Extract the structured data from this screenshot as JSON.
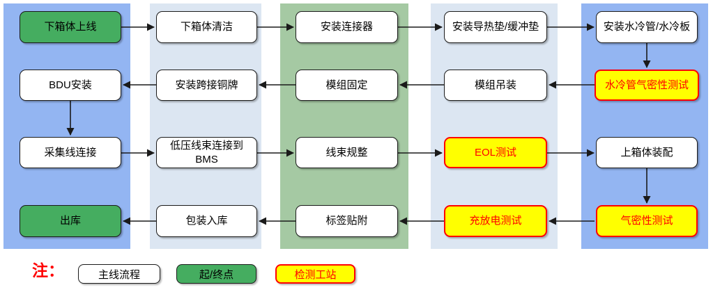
{
  "palette": {
    "lane_blue": "#93B5F2",
    "lane_light": "#DCE6F2",
    "lane_green": "#A5C9A3",
    "node_green": "#45AD60",
    "node_yellow": "#FFFF00",
    "test_red": "#FF0000",
    "line_black": "#1A1A1A"
  },
  "nodes": [
    {
      "label": "下箱体上线",
      "type": "start-end"
    },
    {
      "label": "下箱体清洁",
      "type": "process"
    },
    {
      "label": "安装连接器",
      "type": "process"
    },
    {
      "label": "安装导热垫/缓冲垫",
      "type": "process"
    },
    {
      "label": "安装水冷管/水冷板",
      "type": "process"
    },
    {
      "label": "水冷管气密性测试",
      "type": "test"
    },
    {
      "label": "模组吊装",
      "type": "process"
    },
    {
      "label": "模组固定",
      "type": "process"
    },
    {
      "label": "安装跨接铜牌",
      "type": "process"
    },
    {
      "label": "BDU安装",
      "type": "process"
    },
    {
      "label": "采集线连接",
      "type": "process"
    },
    {
      "label": "低压线束连接到BMS",
      "type": "process"
    },
    {
      "label": "线束规整",
      "type": "process"
    },
    {
      "label": "EOL测试",
      "type": "test"
    },
    {
      "label": "上箱体装配",
      "type": "process"
    },
    {
      "label": "气密性测试",
      "type": "test"
    },
    {
      "label": "充放电测试",
      "type": "test"
    },
    {
      "label": "标签贴附",
      "type": "process"
    },
    {
      "label": "包装入库",
      "type": "process"
    },
    {
      "label": "出库",
      "type": "start-end"
    }
  ],
  "legend": {
    "note": "注：",
    "items": [
      {
        "label": "主线流程",
        "type": "process"
      },
      {
        "label": "起/终点",
        "type": "start-end"
      },
      {
        "label": "检测工站",
        "type": "test"
      }
    ]
  }
}
